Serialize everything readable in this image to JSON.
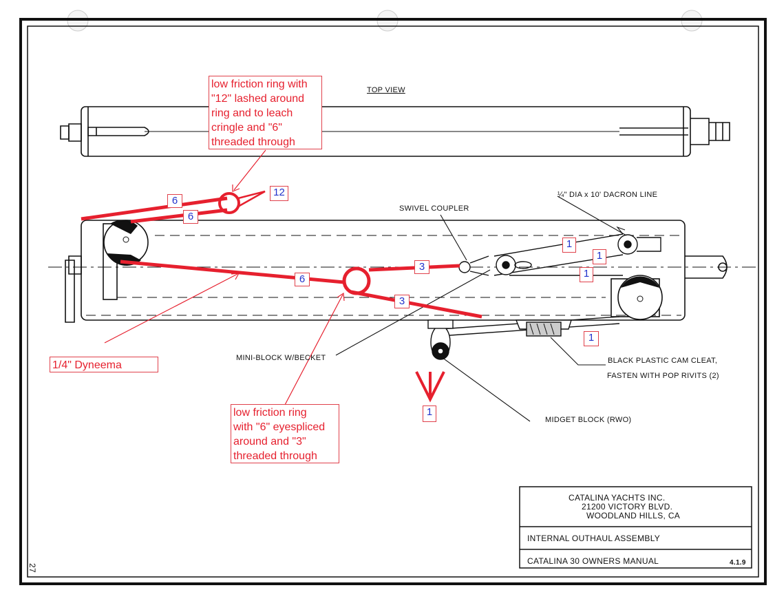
{
  "drawing": {
    "top_view_label": "TOP VIEW",
    "labels": {
      "dacron_line": "¼\" DIA x 10' DACRON LINE",
      "swivel_coupler": "SWIVEL COUPLER",
      "mini_block": "MINI-BLOCK W/BECKET",
      "cam_cleat_1": "BLACK PLASTIC CAM CLEAT,",
      "cam_cleat_2": "FASTEN WITH POP RIVITS (2)",
      "midget_block": "MIDGET BLOCK (RWO)"
    },
    "page_number": "27"
  },
  "annotations": {
    "ring_top": "low friction ring with\n\"12\" lashed around\nring and to leach\ncringle and \"6\"\nthreaded through",
    "dyneema": "1/4\" Dyneema",
    "ring_bottom": "low friction ring\nwith \"6\" eyespliced\naround and \"3\"\nthreaded through",
    "numbers": {
      "n12": "12",
      "n6_upper": "6",
      "n6_lower": "6",
      "n6_main": "6",
      "n3_upper": "3",
      "n3_lower": "3",
      "n1_a": "1",
      "n1_b": "1",
      "n1_c": "1",
      "n1_d": "1",
      "n1_bottom": "1"
    }
  },
  "title_block": {
    "company": "CATALINA YACHTS INC.",
    "address1": "21200 VICTORY BLVD.",
    "address2": "WOODLAND HILLS, CA",
    "assembly": "INTERNAL OUTHAUL ASSEMBLY",
    "manual": "CATALINA 30  OWNERS  MANUAL",
    "drawing_no": "4.1.9"
  },
  "colors": {
    "ink": "#111111",
    "annotation_red": "#e6202e",
    "number_blue": "#2233cc"
  }
}
